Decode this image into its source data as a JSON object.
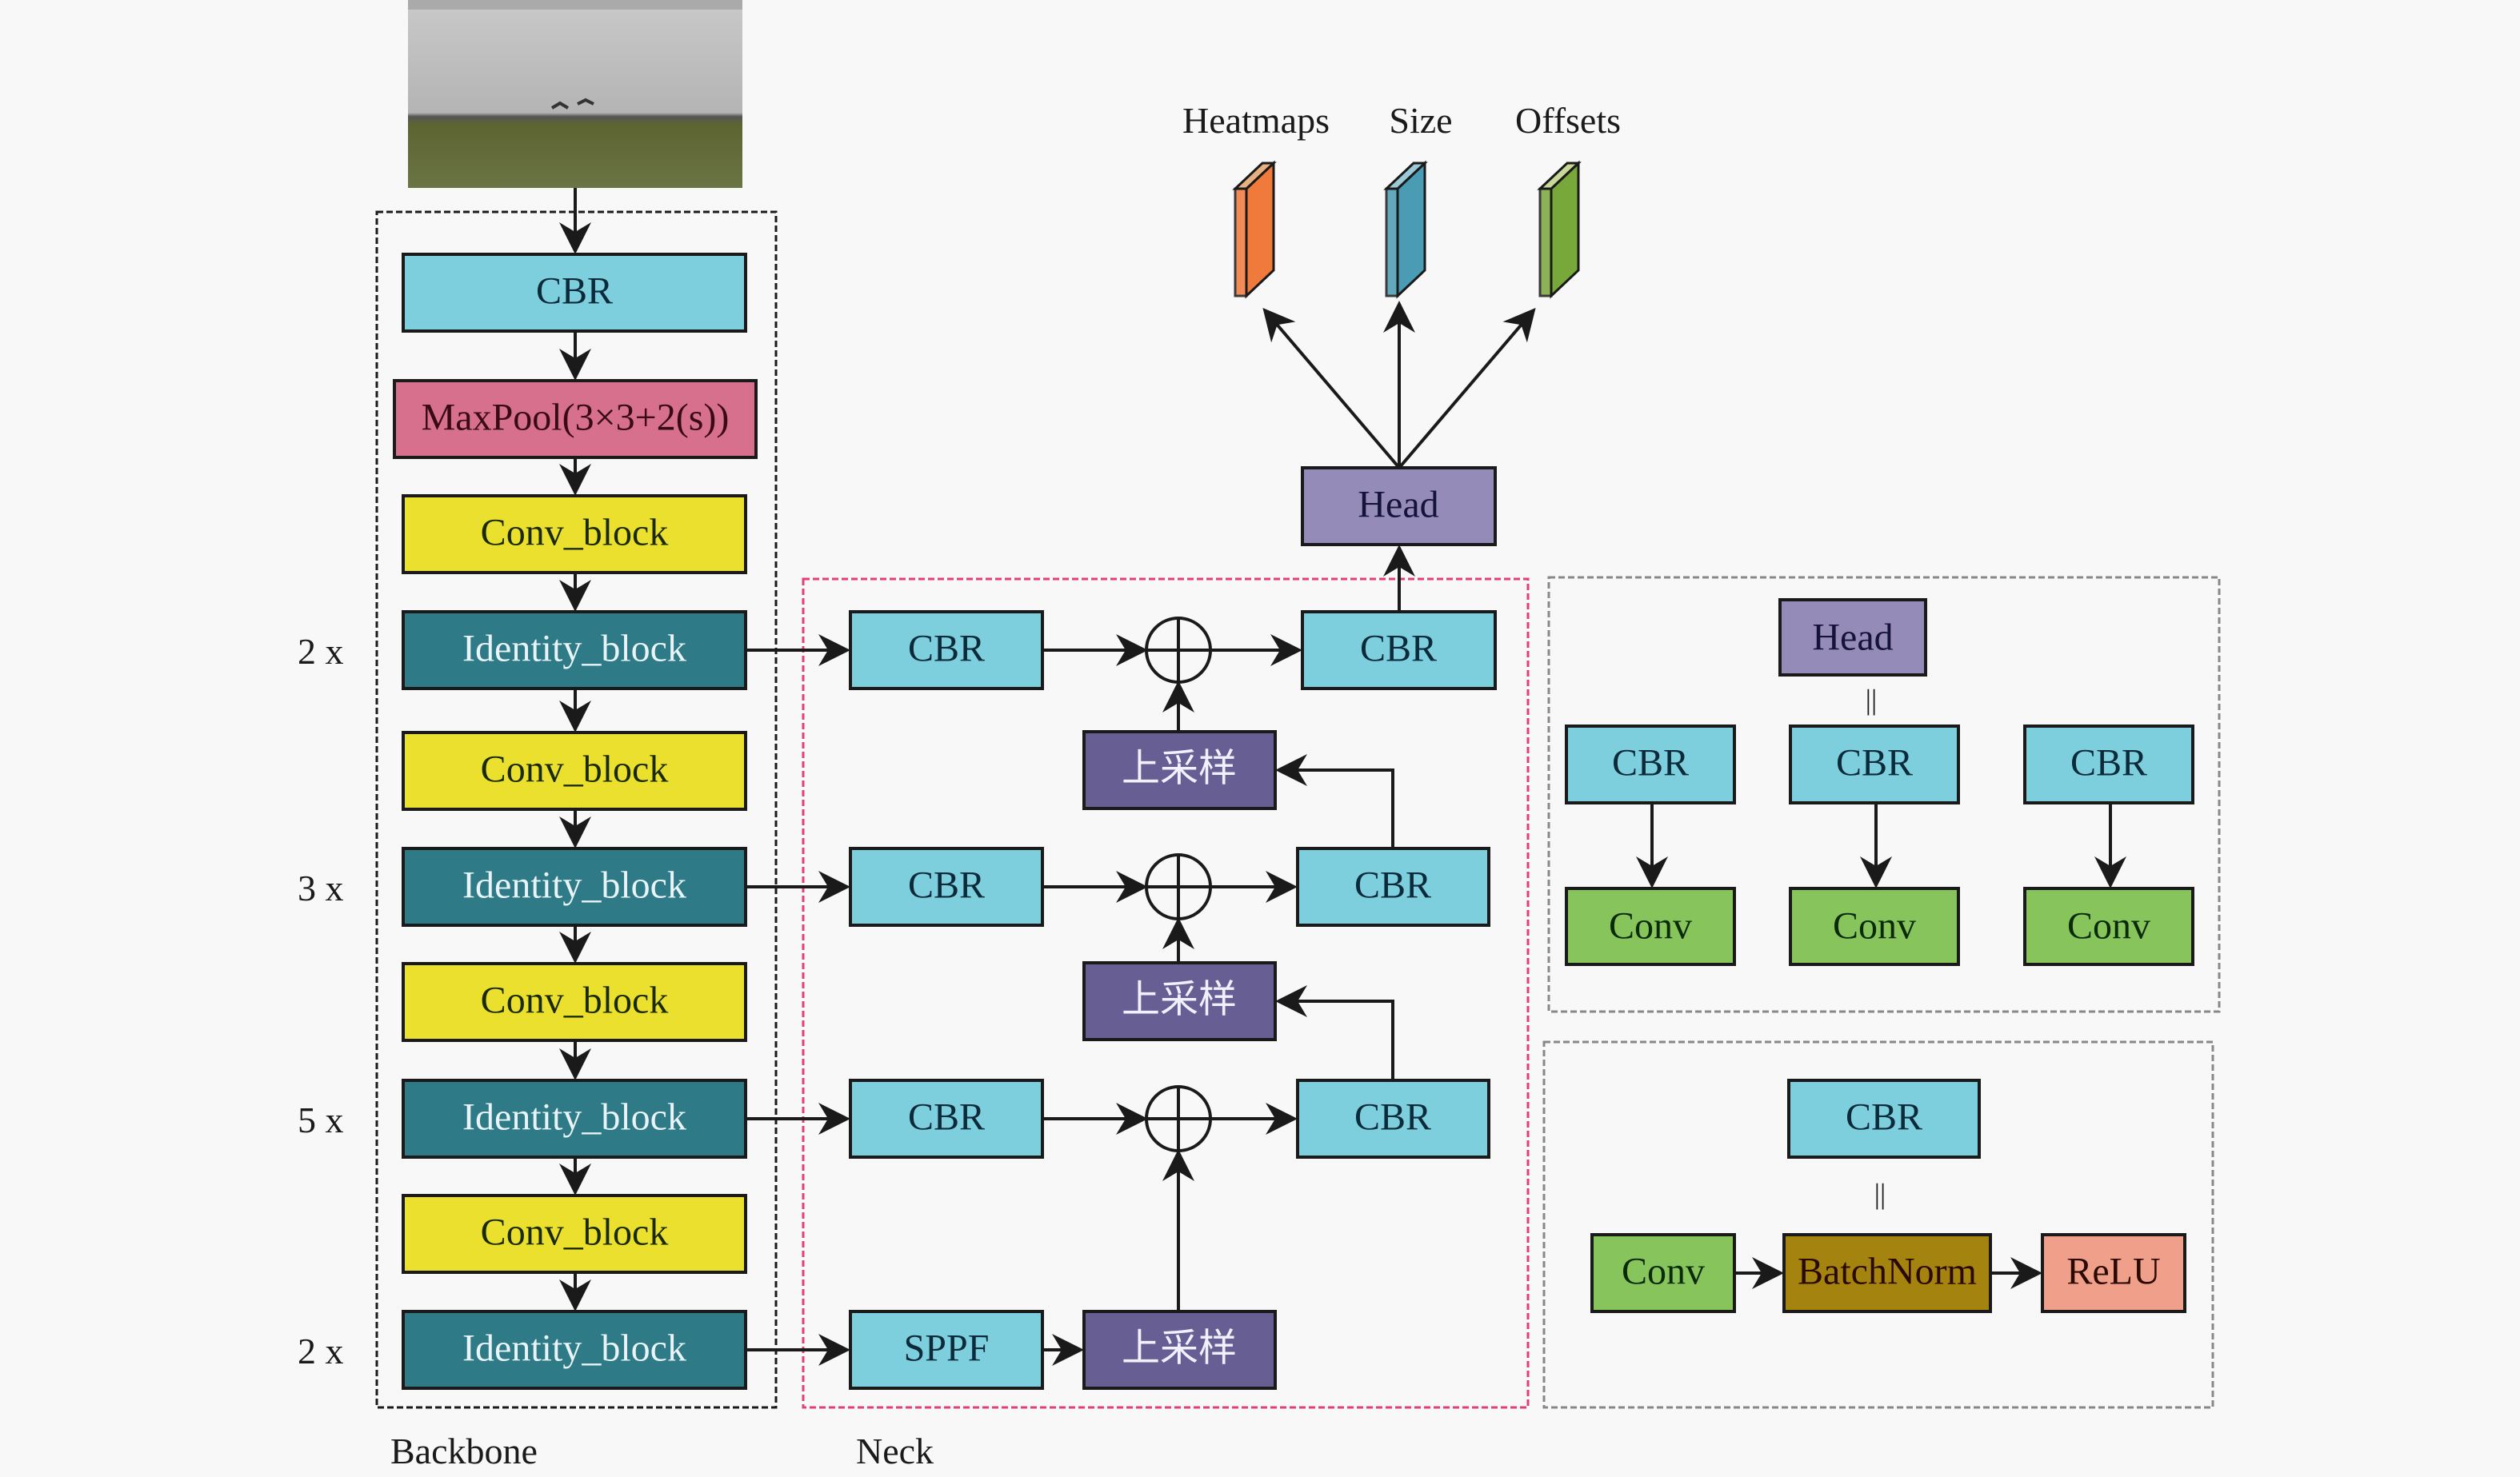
{
  "colors": {
    "cbr": "#7ecfde",
    "maxpool": "#d6708c",
    "conv_block": "#ebe02e",
    "identity_block": "#2e7a86",
    "upsample": "#675f94",
    "head": "#948bb8",
    "conv": "#87c55c",
    "batchnorm": "#a4830f",
    "relu": "#f0a08a",
    "heatmaps": "#f07a3c",
    "size": "#4a9cb4",
    "offsets": "#78a83a",
    "neck_border": "#e0407a",
    "backbone_border": "#1a1a1a",
    "legend_border": "#888888"
  },
  "input_image": {
    "description": "input photo: grey sky over green field with small birds"
  },
  "backbone": {
    "label": "Backbone",
    "blocks": [
      {
        "label": "CBR"
      },
      {
        "label": "MaxPool(3×3+2(s))"
      },
      {
        "label": "Conv_block"
      },
      {
        "label": "Identity_block",
        "repeat": "2 x"
      },
      {
        "label": "Conv_block"
      },
      {
        "label": "Identity_block",
        "repeat": "3 x"
      },
      {
        "label": "Conv_block"
      },
      {
        "label": "Identity_block",
        "repeat": "5 x"
      },
      {
        "label": "Conv_block"
      },
      {
        "label": "Identity_block",
        "repeat": "2 x"
      }
    ]
  },
  "neck": {
    "label": "Neck",
    "left_cbr": [
      "CBR",
      "CBR",
      "CBR"
    ],
    "sppf": "SPPF",
    "upsample": [
      "上采样",
      "上采样",
      "上采样"
    ],
    "right_cbr": [
      "CBR",
      "CBR",
      "CBR"
    ]
  },
  "head": {
    "label": "Head"
  },
  "outputs": [
    {
      "label": "Heatmaps"
    },
    {
      "label": "Size"
    },
    {
      "label": "Offsets"
    }
  ],
  "legend_head": {
    "title": "Head",
    "equals": "||",
    "columns": [
      {
        "top": "CBR",
        "bottom": "Conv"
      },
      {
        "top": "CBR",
        "bottom": "Conv"
      },
      {
        "top": "CBR",
        "bottom": "Conv"
      }
    ]
  },
  "legend_cbr": {
    "title": "CBR",
    "equals": "||",
    "parts": [
      "Conv",
      "BatchNorm",
      "ReLU"
    ]
  }
}
